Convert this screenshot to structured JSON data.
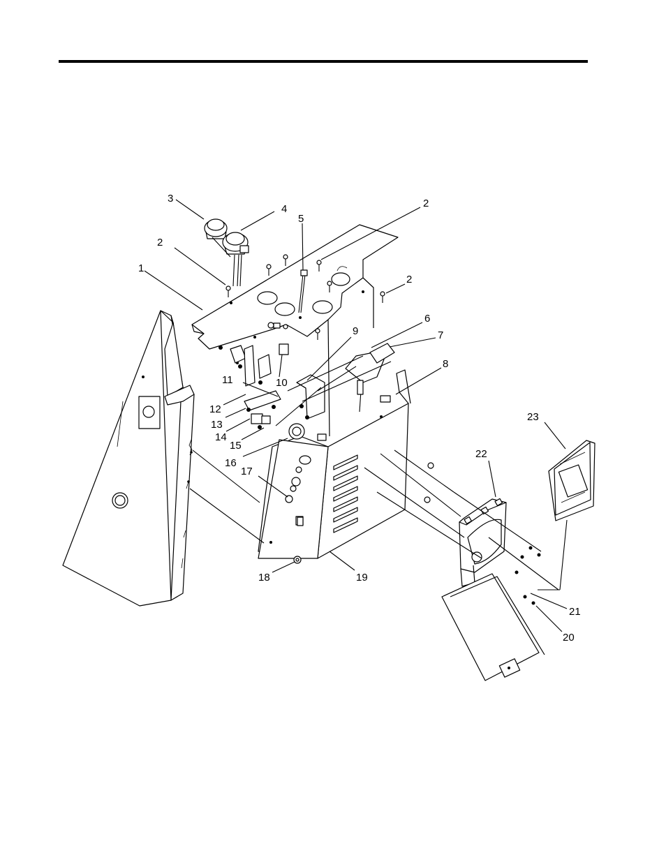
{
  "diagram": {
    "callouts": [
      {
        "id": "c3",
        "text": "3"
      },
      {
        "id": "c4",
        "text": "4"
      },
      {
        "id": "c5",
        "text": "5"
      },
      {
        "id": "c2a",
        "text": "2"
      },
      {
        "id": "c2b",
        "text": "2"
      },
      {
        "id": "c2c",
        "text": "2"
      },
      {
        "id": "c1",
        "text": "1"
      },
      {
        "id": "c6",
        "text": "6"
      },
      {
        "id": "c7",
        "text": "7"
      },
      {
        "id": "c9",
        "text": "9"
      },
      {
        "id": "c8",
        "text": "8"
      },
      {
        "id": "c11",
        "text": "11"
      },
      {
        "id": "c10",
        "text": "10"
      },
      {
        "id": "c12",
        "text": "12"
      },
      {
        "id": "c13",
        "text": "13"
      },
      {
        "id": "c14",
        "text": "14"
      },
      {
        "id": "c15",
        "text": "15"
      },
      {
        "id": "c16",
        "text": "16"
      },
      {
        "id": "c17",
        "text": "17"
      },
      {
        "id": "c18",
        "text": "18"
      },
      {
        "id": "c19",
        "text": "19"
      },
      {
        "id": "c23",
        "text": "23"
      },
      {
        "id": "c22",
        "text": "22"
      },
      {
        "id": "c21",
        "text": "21"
      },
      {
        "id": "c20",
        "text": "20"
      }
    ]
  }
}
